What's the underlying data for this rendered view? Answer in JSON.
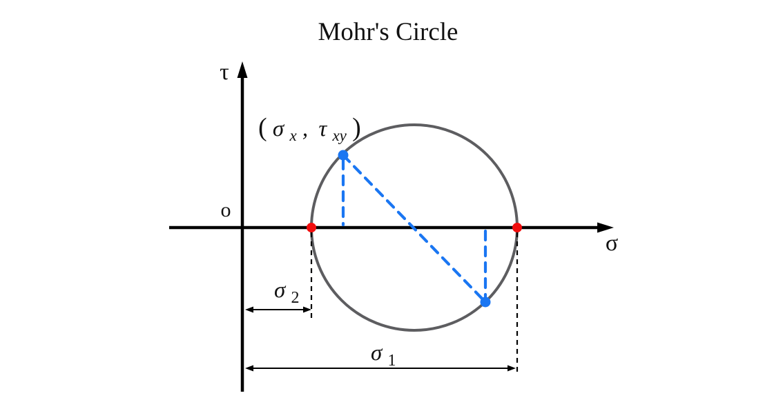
{
  "title": "Mohr's Circle",
  "colors": {
    "title_blue": "#1b6ff2",
    "accent_blue": "#1a76f2",
    "point_red": "#f10e0e",
    "circle_gray": "#5d5d60",
    "axis_black": "#000000"
  },
  "labels": {
    "tau": "τ",
    "sigma": "σ",
    "origin": "o",
    "point": {
      "open": "(",
      "sigma": "σ",
      "sigma_sub": "x",
      "separator": ",",
      "tau": "τ",
      "tau_sub": "xy",
      "close": ")"
    },
    "sigma2": {
      "base": "σ",
      "sub": "2"
    },
    "sigma1": {
      "base": "σ",
      "sub": "1"
    }
  }
}
